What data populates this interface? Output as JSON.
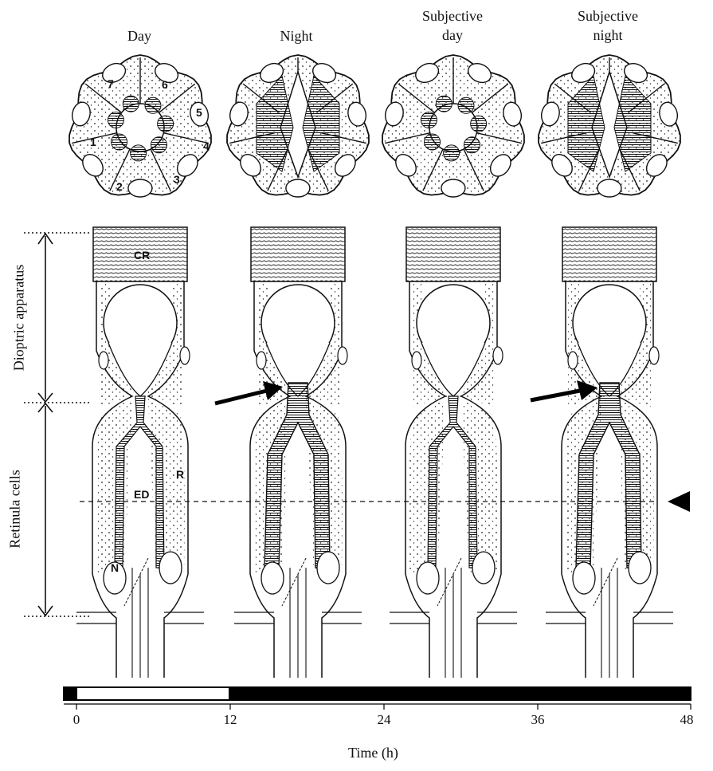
{
  "columns": [
    {
      "title_line1": "",
      "title_line2": "Day"
    },
    {
      "title_line1": "",
      "title_line2": "Night"
    },
    {
      "title_line1": "Subjective",
      "title_line2": "day"
    },
    {
      "title_line1": "Subjective",
      "title_line2": "night"
    }
  ],
  "side_labels": {
    "dioptric": "Dioptric apparatus",
    "retinula": "Retinula cells"
  },
  "cell_numbers": [
    "1",
    "2",
    "3",
    "4",
    "5",
    "6",
    "7"
  ],
  "annotations": {
    "cr": "CR",
    "ed": "ED",
    "r": "R",
    "n": "N"
  },
  "timeline": {
    "axis_label": "Time (h)",
    "ticks": [
      "0",
      "12",
      "24",
      "36",
      "48"
    ],
    "segments": [
      {
        "from": -1,
        "to": 0,
        "color": "#000000",
        "state": "dark"
      },
      {
        "from": 0,
        "to": 12,
        "color": "#ffffff",
        "state": "light"
      },
      {
        "from": 12,
        "to": 48,
        "color": "#000000",
        "state": "dark"
      }
    ]
  }
}
